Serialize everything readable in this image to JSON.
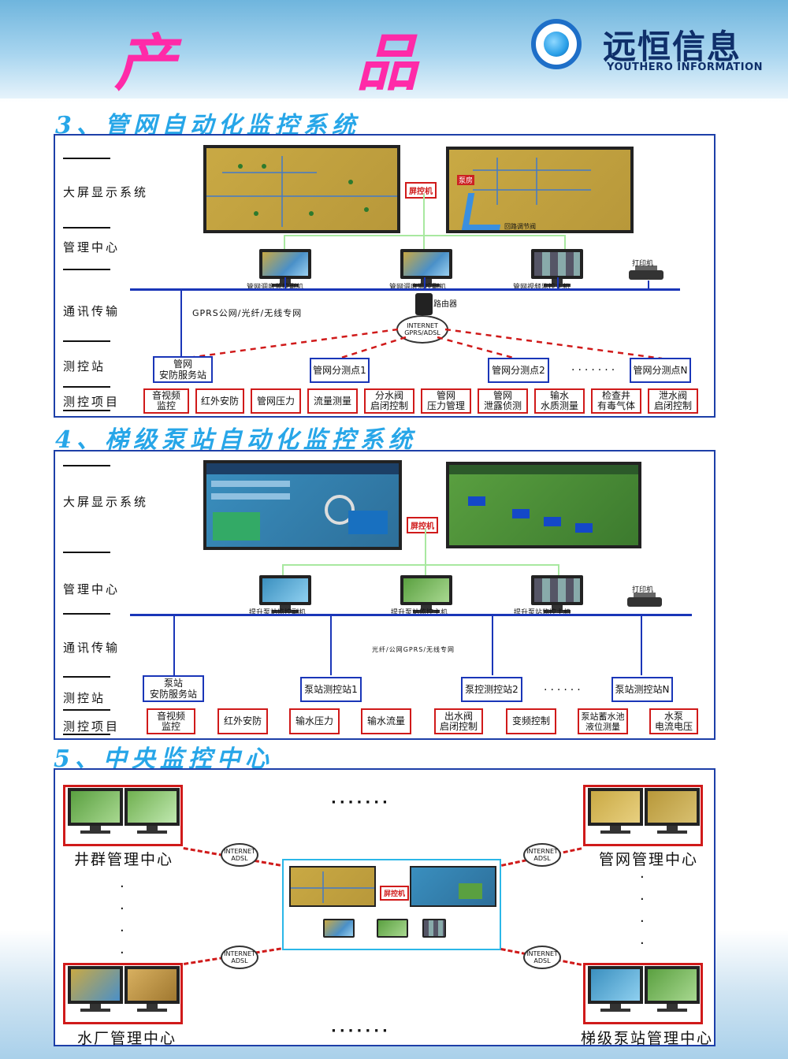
{
  "header": {
    "title_char1": "产",
    "title_char2": "品",
    "brand_cn": "远恒信息",
    "brand_en": "YOUTHERO INFORMATION"
  },
  "colors": {
    "accent_blue": "#1d3fa8",
    "accent_red": "#d01a1a",
    "title_pink": "#ff2aa8",
    "section_blue": "#27a6e8"
  },
  "section3": {
    "title": "3、管网自动化监控系统",
    "row_labels": [
      "大屏显示系统",
      "管理中心",
      "通讯传输",
      "测控站",
      "测控项目"
    ],
    "screen_control": "屏控机",
    "screen_right_note1": "泵房",
    "screen_right_note2": "回路调节阀",
    "computers": [
      "管网调度监控副机",
      "管网调度监控副机",
      "管网视频监控主机"
    ],
    "printer": "打印机",
    "router": "路由器",
    "comm": "GPRS公网/光纤/无线专网",
    "cloud": [
      "INTERNET",
      "GPRS/ADSL"
    ],
    "stations": [
      "管网\n安防服务站",
      "管网分测点1",
      "管网分测点2",
      "管网分测点N"
    ],
    "ellipsis": "·······",
    "items": [
      "音视频\n监控",
      "红外安防",
      "管网压力",
      "流量测量",
      "分水阀\n启闭控制",
      "管网\n压力管理",
      "管网\n泄露侦测",
      "输水\n水质测量",
      "检查井\n有毒气体",
      "泄水阀\n启闭控制"
    ]
  },
  "section4": {
    "title": "4、梯级泵站自动化监控系统",
    "row_labels": [
      "大屏显示系统",
      "管理中心",
      "通讯传输",
      "测控站",
      "测控项目"
    ],
    "screen_control": "屏控机",
    "computers": [
      "提升泵站监控副机",
      "提升泵站监控主机",
      "提升泵站监控主机"
    ],
    "printer": "打印机",
    "comm": "光纤/公网GPRS/无线专网",
    "stations": [
      "泵站\n安防服务站",
      "泵站测控站1",
      "泵控测控站2",
      "泵站测控站N"
    ],
    "ellipsis": "······",
    "items": [
      "音视频\n监控",
      "红外安防",
      "输水压力",
      "输水流量",
      "出水阀\n启闭控制",
      "变频控制",
      "泵站蓄水池\n液位测量",
      "水泵\n电流电压"
    ]
  },
  "section5": {
    "title": "5、中央监控中心",
    "centers": [
      "井群管理中心",
      "管网管理中心",
      "水厂管理中心",
      "梯级泵站管理中心"
    ],
    "cloud": [
      "INTERNET",
      "ADSL"
    ],
    "screen_control": "屏控机",
    "ellipsis": "·······"
  }
}
